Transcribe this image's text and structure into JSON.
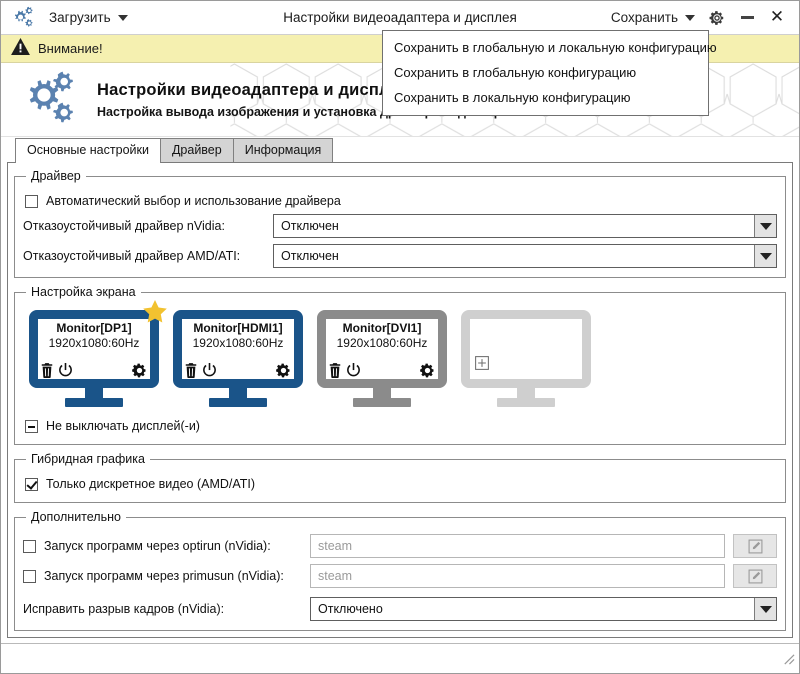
{
  "window": {
    "title": "Настройки видеоадаптера и дисплея",
    "logo_icon": "gears-icon",
    "load_button": "Загрузить",
    "save_button": "Сохранить",
    "settings_icon": "gear-icon",
    "minimize_icon": "minimize-icon",
    "close_icon": "close-icon"
  },
  "save_menu": {
    "items": [
      "Сохранить в глобальную и локальную конфигурацию",
      "Сохранить в глобальную конфигурацию",
      "Сохранить в локальную конфигурацию"
    ]
  },
  "warning": {
    "icon": "warning-triangle-icon",
    "text": "Внимание!",
    "background": "#f5f0b0"
  },
  "banner": {
    "icon": "gears-icon",
    "title": "Настройки видеоадаптера и дисплея",
    "subtitle": "Настройка вывода изображения и установка драйвера видеокарты",
    "accent": "#5b82b0"
  },
  "tabs": [
    {
      "label": "Основные настройки",
      "active": true
    },
    {
      "label": "Драйвер",
      "active": false
    },
    {
      "label": "Информация",
      "active": false
    }
  ],
  "driver_group": {
    "legend": "Драйвер",
    "auto_checkbox": {
      "label": "Автоматический выбор и использование драйвера",
      "state": "unchecked"
    },
    "nvidia": {
      "label": "Отказоустойчивый драйвер nVidia:",
      "value": "Отключен"
    },
    "amd": {
      "label": "Отказоустойчивый драйвер AMD/ATI:",
      "value": "Отключен"
    }
  },
  "screen_group": {
    "legend": "Настройка экрана",
    "monitors": [
      {
        "name": "Monitor[DP1]",
        "resolution": "1920x1080:60Hz",
        "state": "active",
        "primary": true,
        "icons": [
          "trash-icon",
          "power-icon",
          "gear-icon"
        ]
      },
      {
        "name": "Monitor[HDMI1]",
        "resolution": "1920x1080:60Hz",
        "state": "active",
        "primary": false,
        "icons": [
          "trash-icon",
          "power-icon",
          "gear-icon"
        ]
      },
      {
        "name": "Monitor[DVI1]",
        "resolution": "1920x1080:60Hz",
        "state": "inactive",
        "primary": false,
        "icons": [
          "trash-icon",
          "power-icon",
          "gear-icon"
        ]
      },
      {
        "name": "",
        "resolution": "",
        "state": "empty",
        "primary": false,
        "icons": [
          "plus-icon"
        ]
      }
    ],
    "keep_on_checkbox": {
      "label": "Не выключать дисплей(-и)",
      "state": "partial"
    },
    "active_color": "#1a5489",
    "inactive_color": "#8b8b8b",
    "empty_color": "#cfcfcf",
    "star_color": "#f2c230"
  },
  "hybrid_group": {
    "legend": "Гибридная графика",
    "discrete_checkbox": {
      "label": "Только дискретное видео (AMD/ATI)",
      "state": "checked"
    }
  },
  "extra_group": {
    "legend": "Дополнительно",
    "optirun": {
      "label": "Запуск программ через optirun (nVidia):",
      "state": "unchecked",
      "placeholder": "steam",
      "value": "",
      "edit_icon": "edit-pencil-icon"
    },
    "primusun": {
      "label": "Запуск программ через primusun (nVidia):",
      "state": "unchecked",
      "placeholder": "steam",
      "value": "",
      "edit_icon": "edit-pencil-icon"
    },
    "tearfree": {
      "label": "Исправить разрыв кадров (nVidia):",
      "value": "Отключено"
    }
  },
  "statusbar": {
    "resize_grip_icon": "resize-grip-icon"
  }
}
